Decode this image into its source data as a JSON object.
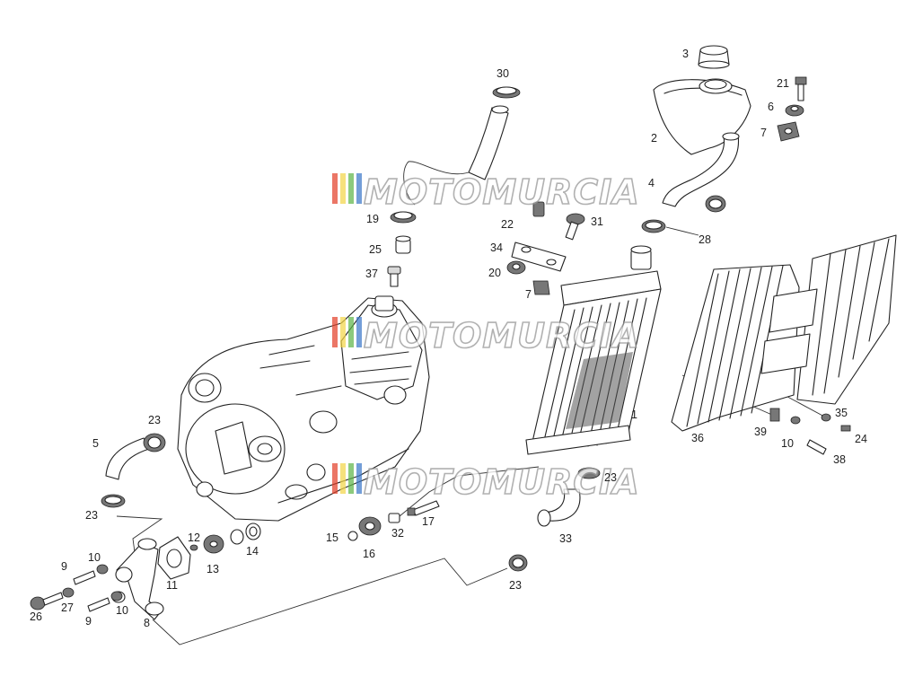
{
  "watermark": {
    "text": "MOTOMURCIA",
    "stripe_colors": [
      "#e2412a",
      "#f3d44a",
      "#5fb548",
      "#3c78c8"
    ]
  },
  "labels": {
    "l1": "1",
    "l2": "2",
    "l3": "3",
    "l4": "4",
    "l5": "5",
    "l6": "6",
    "l7a": "7",
    "l7b": "7",
    "l8": "8",
    "l9a": "9",
    "l9b": "9",
    "l10a": "10",
    "l10b": "10",
    "l10c": "10",
    "l11": "11",
    "l12": "12",
    "l13": "13",
    "l14": "14",
    "l15": "15",
    "l16": "16",
    "l17": "17",
    "l19": "19",
    "l20": "20",
    "l21": "21",
    "l22": "22",
    "l23a": "23",
    "l23b": "23",
    "l23c": "23",
    "l23d": "23",
    "l24": "24",
    "l25": "25",
    "l26": "26",
    "l27": "27",
    "l28": "28",
    "l30": "30",
    "l31": "31",
    "l32": "32",
    "l33": "33",
    "l34": "34",
    "l35": "35",
    "l36": "36",
    "l37": "37",
    "l38": "38",
    "l39": "39"
  }
}
